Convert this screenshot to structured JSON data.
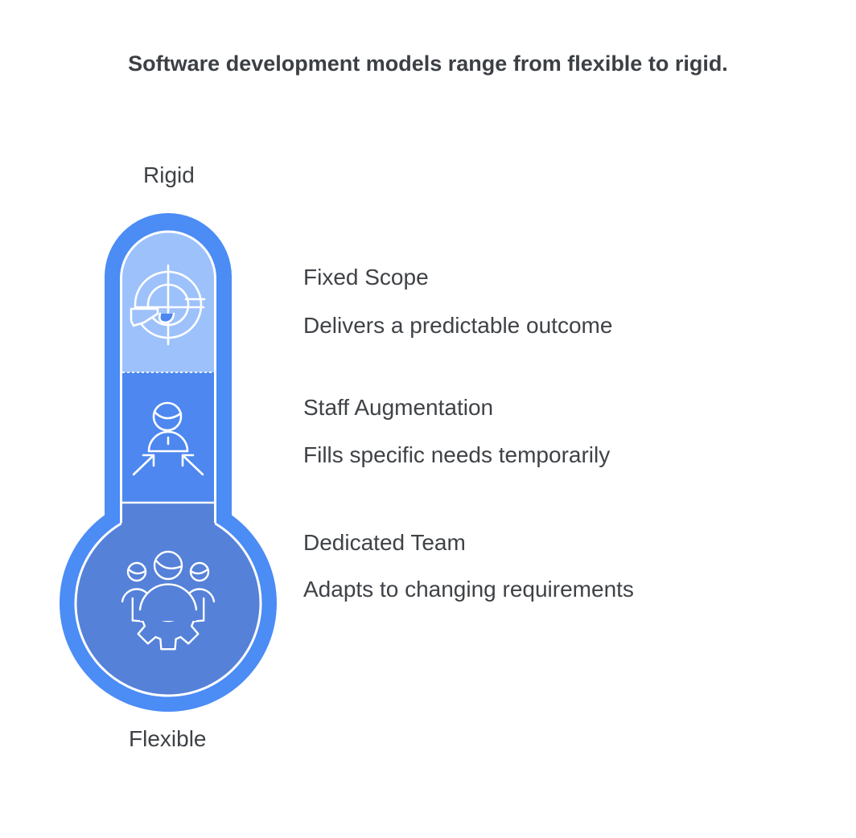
{
  "header": {
    "title": "Software development models range from flexible to rigid."
  },
  "scale": {
    "top_label": "Rigid",
    "bottom_label": "Flexible"
  },
  "items": [
    {
      "title": "Fixed Scope",
      "description": "Delivers a predictable outcome"
    },
    {
      "title": "Staff Augmentation",
      "description": "Fills specific needs temporarily"
    },
    {
      "title": "Dedicated Team",
      "description": "Adapts to changing requirements"
    }
  ],
  "thermometer": {
    "outer_color": "#4B8CF5",
    "segments": [
      {
        "id": "fixed-scope",
        "icon": "target-rifle-icon",
        "fill": "#9DC1FA"
      },
      {
        "id": "staff-augmentation",
        "icon": "person-arrows-icon",
        "fill": "#4D87EF"
      },
      {
        "id": "dedicated-team",
        "icon": "team-gear-icon",
        "fill": "#5581D8"
      }
    ],
    "stroke_color": "#FFFFFF"
  },
  "colors": {
    "background": "#FFFFFF",
    "text": "#3F4246",
    "title_text": "#3C4045"
  }
}
